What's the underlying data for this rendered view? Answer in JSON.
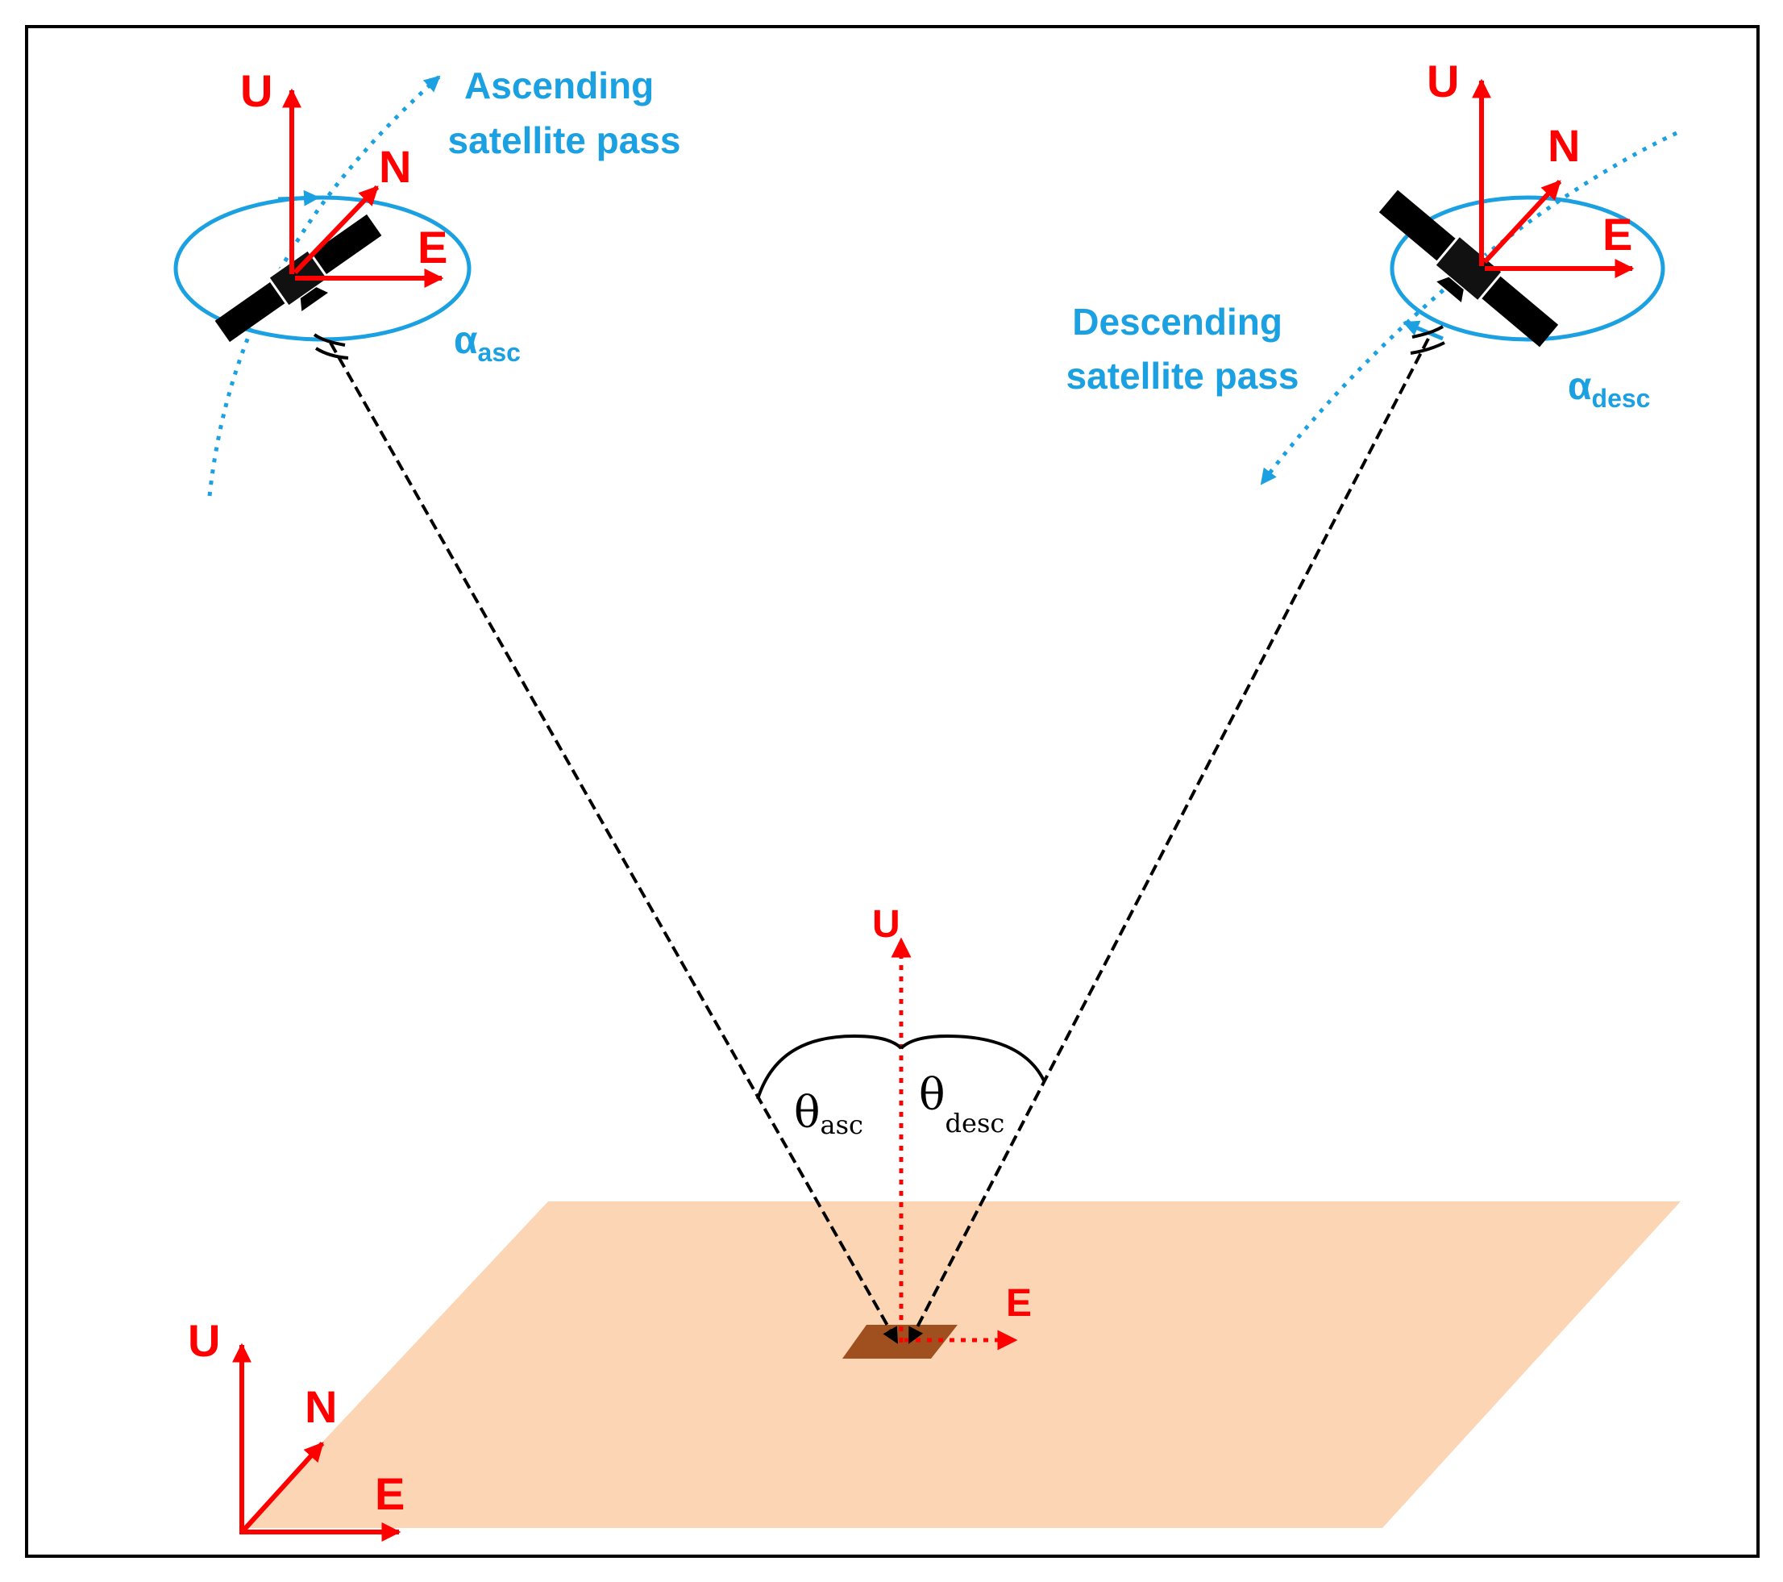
{
  "axes": {
    "up": "U",
    "north": "N",
    "east": "E"
  },
  "ascending": {
    "pass_line1": "Ascending",
    "pass_line2": "satellite pass",
    "alpha_symbol": "α",
    "alpha_sub": "asc",
    "theta_symbol": "θ",
    "theta_sub": "asc"
  },
  "descending": {
    "pass_line1": "Descending",
    "pass_line2": "satellite pass",
    "alpha_symbol": "α",
    "alpha_sub": "desc",
    "theta_symbol": "θ",
    "theta_sub": "desc"
  },
  "colors": {
    "axis": "#ff0000",
    "orbit": "#1ba1e2",
    "ground": "#fcd5b4",
    "target": "#a0501e",
    "line_of_sight": "#000000"
  }
}
